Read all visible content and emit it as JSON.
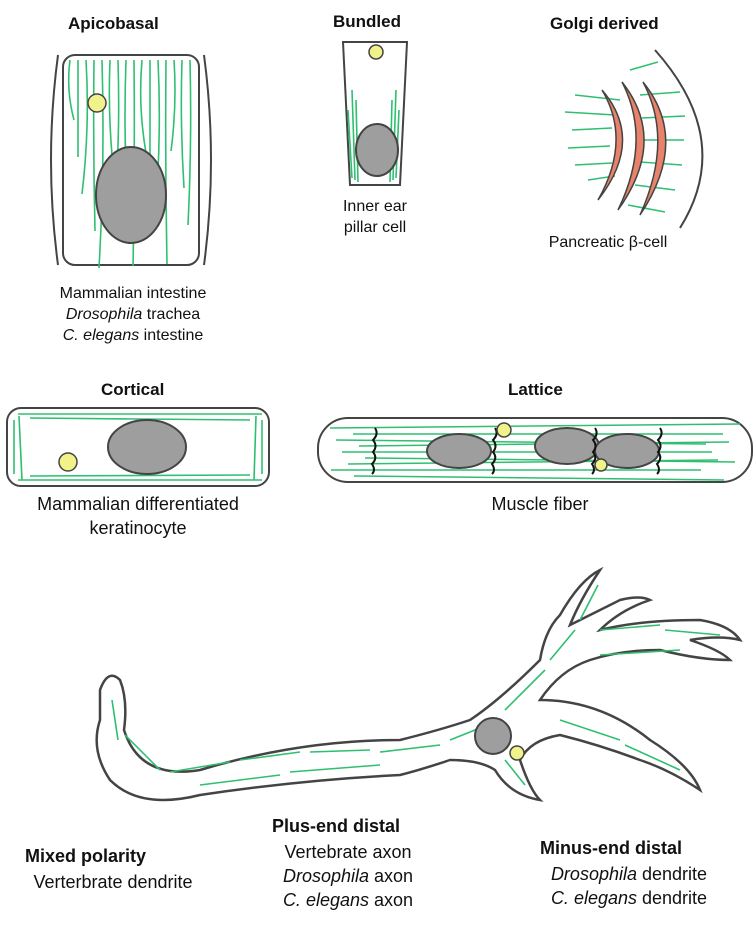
{
  "colors": {
    "microtubule": "#2fbf71",
    "outline": "#444444",
    "nucleus": "#9e9e9e",
    "centrosome": "#f2f28a",
    "golgi": "#e8826a"
  },
  "panels": {
    "apicobasal": {
      "title": "Apicobasal",
      "caption": [
        {
          "italic": "",
          "text": "Mammalian intestine"
        },
        {
          "italic": "Drosophila",
          "text": " trachea"
        },
        {
          "italic": "C. elegans",
          "text": " intestine"
        }
      ]
    },
    "bundled": {
      "title": "Bundled",
      "caption": [
        {
          "italic": "",
          "text": "Inner ear"
        },
        {
          "italic": "",
          "text": "pillar cell"
        }
      ]
    },
    "golgi": {
      "title": "Golgi derived",
      "caption": [
        {
          "italic": "",
          "text": "Pancreatic β-cell"
        }
      ]
    },
    "cortical": {
      "title": "Cortical",
      "caption": [
        {
          "italic": "",
          "text": "Mammalian differentiated"
        },
        {
          "italic": "",
          "text": "keratinocyte"
        }
      ]
    },
    "lattice": {
      "title": "Lattice",
      "caption": [
        {
          "italic": "",
          "text": "Muscle fiber"
        }
      ]
    },
    "mixed": {
      "title": "Mixed polarity",
      "caption": [
        {
          "italic": "",
          "text": "Verterbrate dendrite"
        }
      ]
    },
    "plus": {
      "title": "Plus-end distal",
      "caption": [
        {
          "italic": "",
          "text": "Vertebrate axon"
        },
        {
          "italic": "Drosophila",
          "text": " axon"
        },
        {
          "italic": "C. elegans",
          "text": " axon"
        }
      ]
    },
    "minus": {
      "title": "Minus-end distal",
      "caption": [
        {
          "italic": "Drosophila",
          "text": " dendrite"
        },
        {
          "italic": "C. elegans",
          "text": " dendrite"
        }
      ]
    }
  }
}
